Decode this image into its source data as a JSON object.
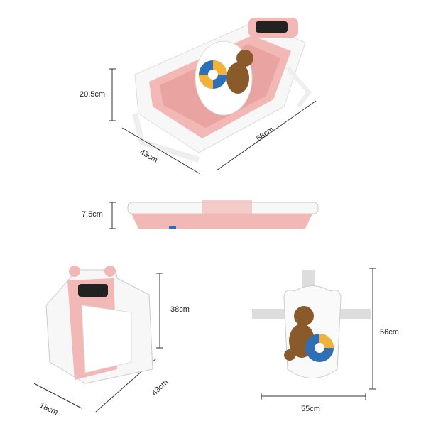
{
  "dimensions": {
    "open_height": "20.5cm",
    "open_width": "43cm",
    "open_length": "68cm",
    "side_height": "7.5cm",
    "folded_height": "38cm",
    "folded_width": "43cm",
    "folded_depth": "18cm",
    "cushion_height": "56cm",
    "cushion_width": "55cm"
  },
  "colors": {
    "tub_pink": "#f2b8b5",
    "tub_white": "#f7f7f7",
    "line": "#333333",
    "bear": "#8a5a2b",
    "ring_blue": "#2f6fb6",
    "ring_yellow": "#f1b23a"
  }
}
